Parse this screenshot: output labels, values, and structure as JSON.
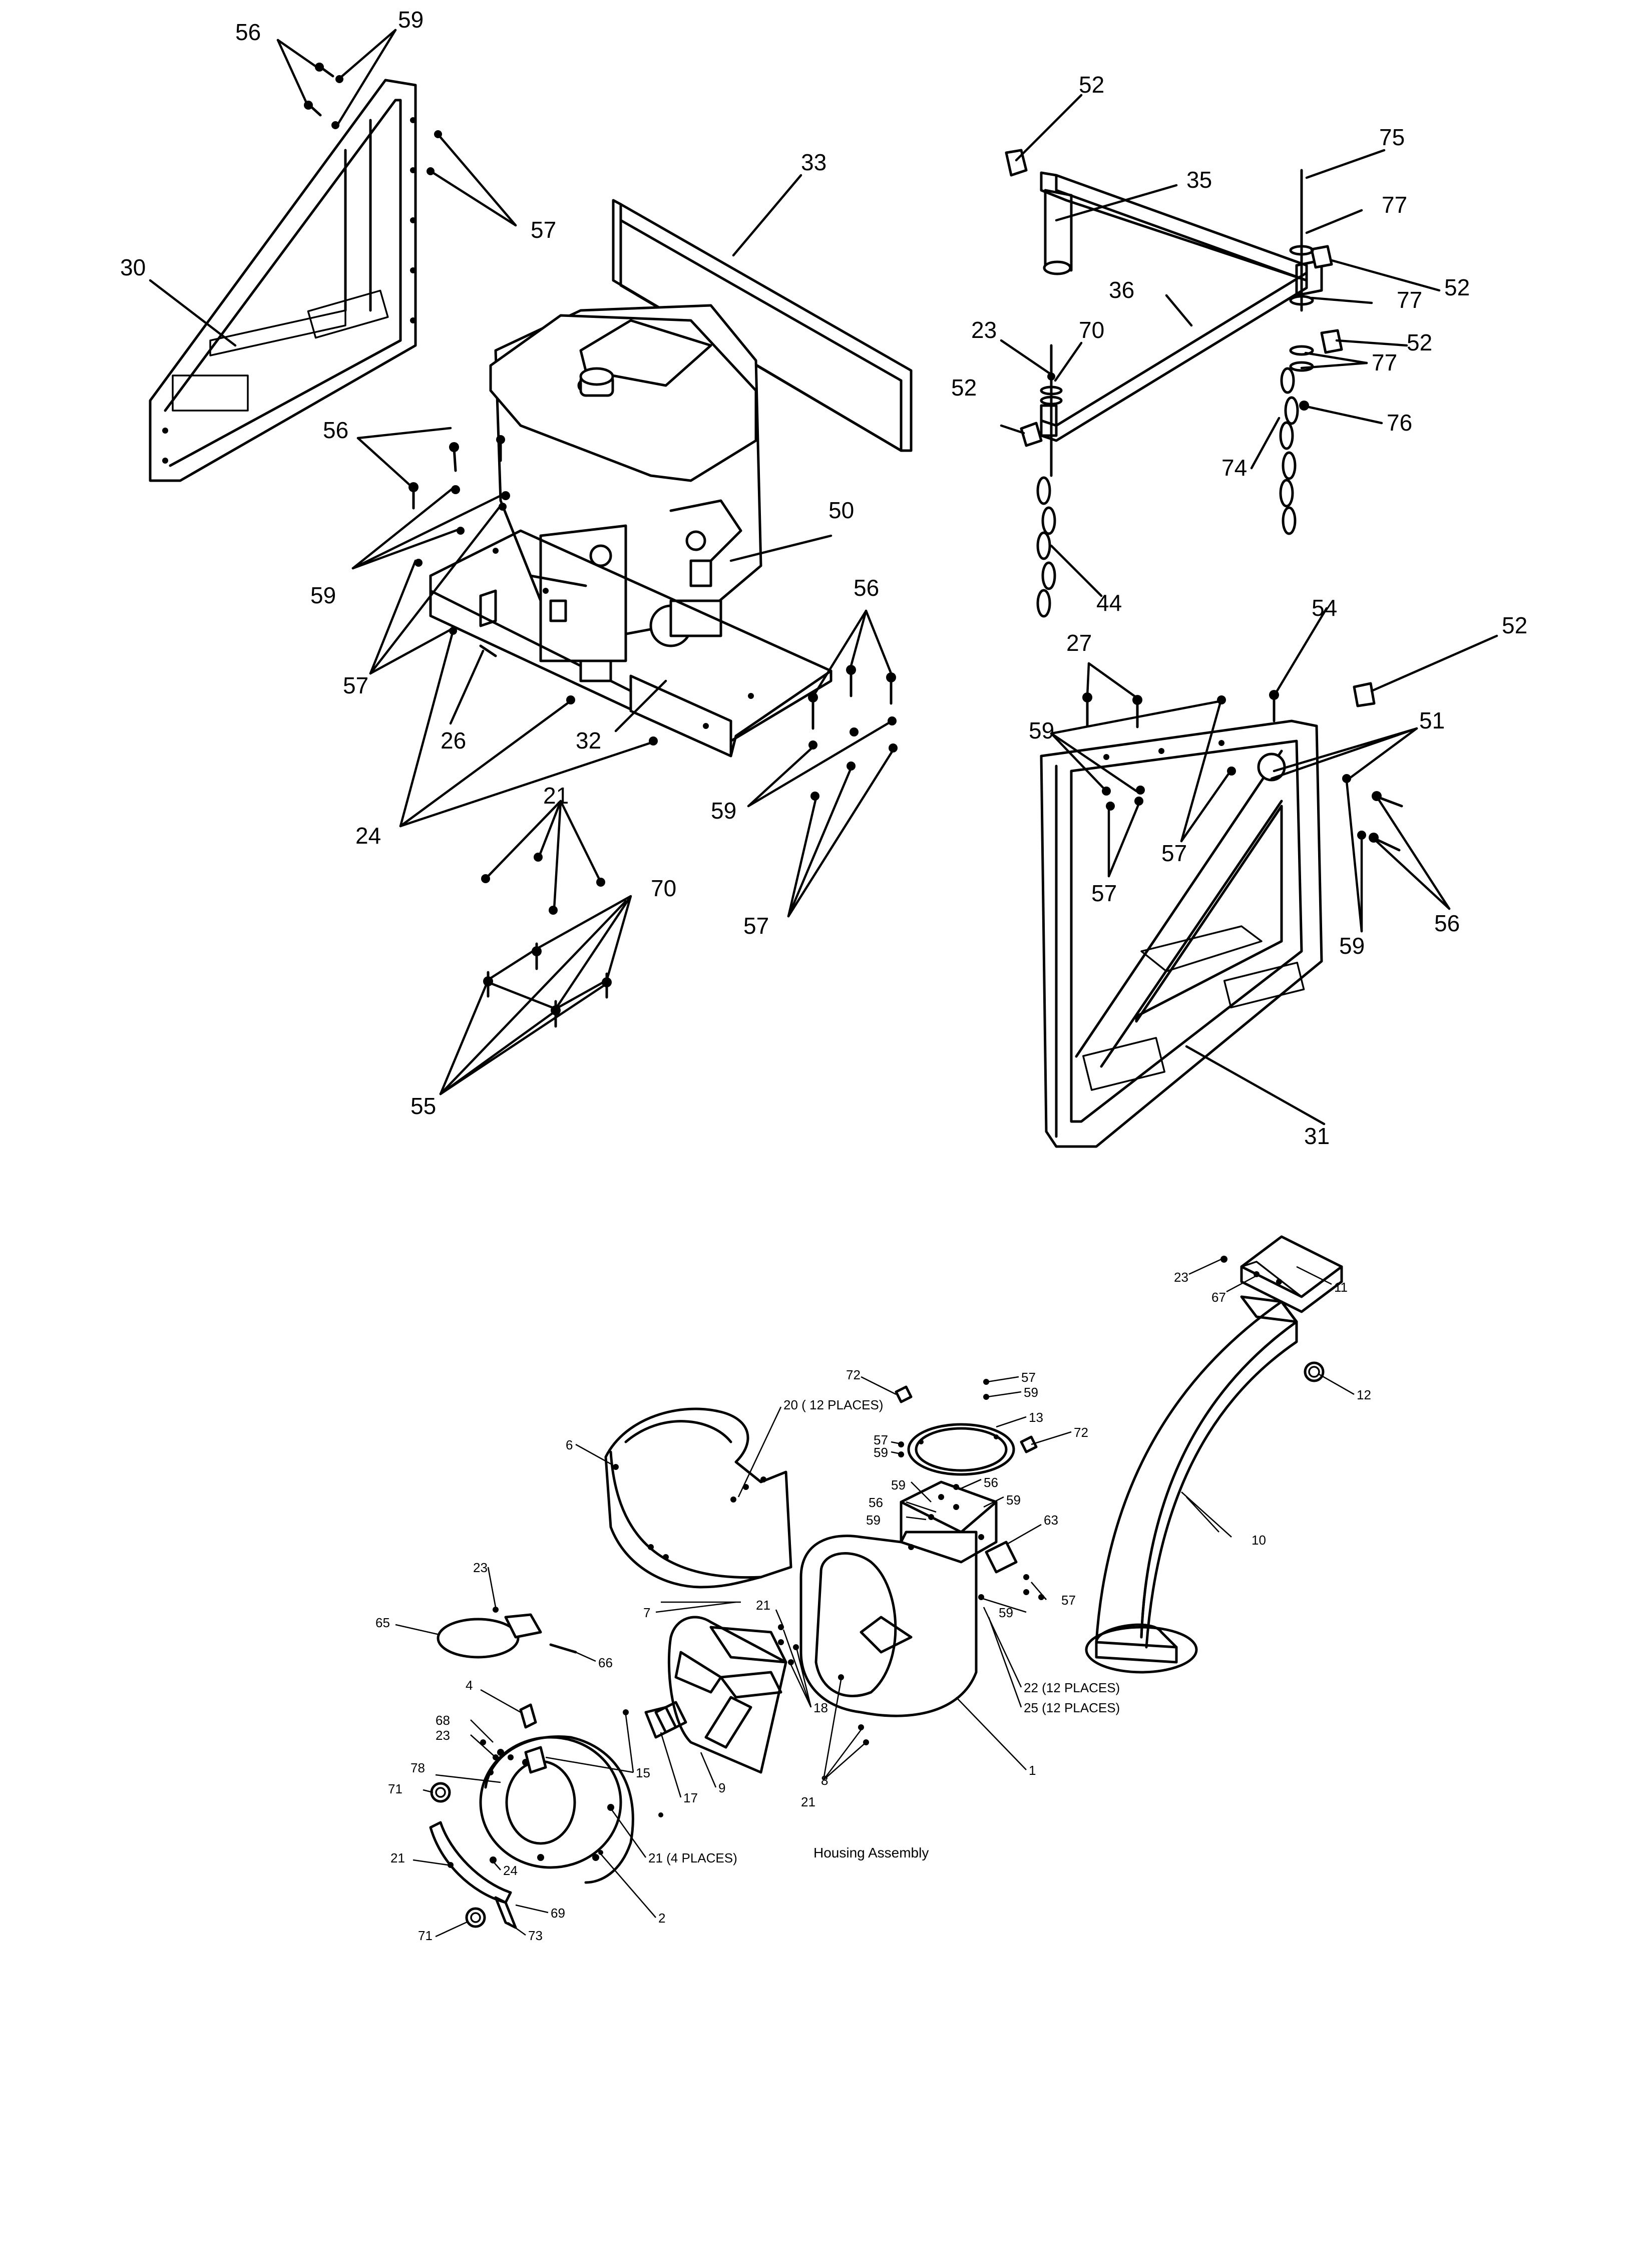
{
  "diagram": {
    "caption": "Housing Assembly",
    "upper_labels": [
      "56",
      "59",
      "57",
      "30",
      "33",
      "52",
      "35",
      "75",
      "77",
      "52",
      "36",
      "77",
      "52",
      "23",
      "70",
      "77",
      "52",
      "76",
      "74",
      "44",
      "56",
      "59",
      "57",
      "50",
      "56",
      "26",
      "32",
      "24",
      "21",
      "59",
      "70",
      "57",
      "55",
      "27",
      "54",
      "52",
      "59",
      "51",
      "57",
      "57",
      "59",
      "56",
      "31"
    ],
    "lower_labels": [
      "23",
      "11",
      "67",
      "12",
      "72",
      "57",
      "59",
      "13",
      "20 ( 12 PLACES)",
      "57",
      "59",
      "72",
      "6",
      "59",
      "56",
      "56",
      "59",
      "59",
      "63",
      "10",
      "59",
      "57",
      "7",
      "21",
      "23",
      "65",
      "66",
      "18",
      "22 (12 PLACES)",
      "25 (12 PLACES)",
      "4",
      "68",
      "23",
      "17",
      "9",
      "15",
      "78",
      "8",
      "1",
      "21",
      "71",
      "24",
      "21 (4 PLACES)",
      "21",
      "2",
      "69",
      "71",
      "73"
    ]
  }
}
